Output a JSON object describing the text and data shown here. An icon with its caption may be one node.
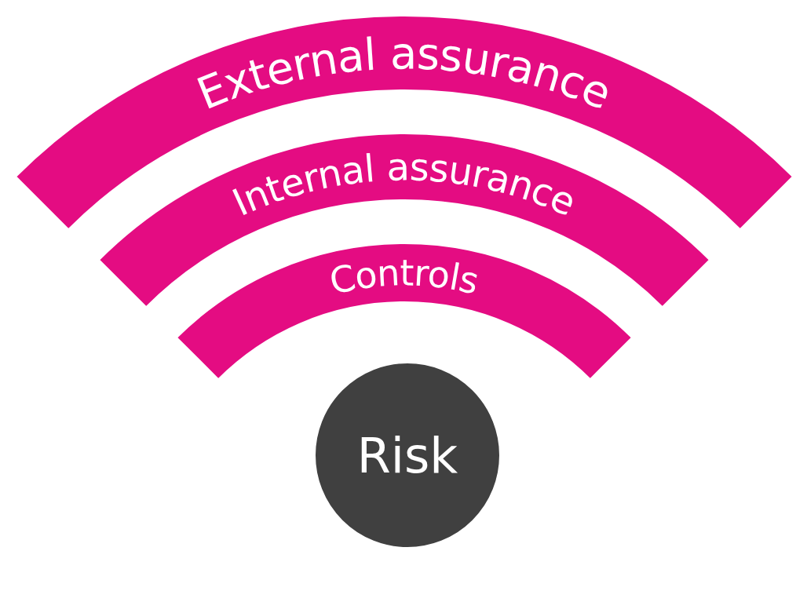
{
  "diagram": {
    "nodes": [
      {
        "text": [
          "External assurance"
        ]
      },
      {
        "text": [
          "Internal assurance"
        ]
      },
      {
        "text": [
          "Controls"
        ]
      },
      {
        "text": [
          "Risk"
        ]
      }
    ]
  }
}
